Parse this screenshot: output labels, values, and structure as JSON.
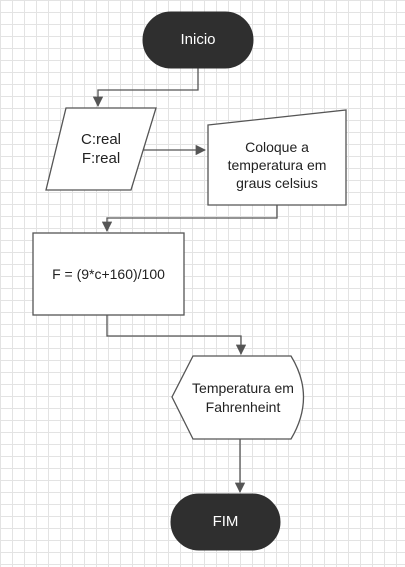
{
  "colors": {
    "terminator_fill": "#2f2f2f",
    "shape_fill": "#ffffff",
    "stroke": "#555555",
    "grid": "#e3e3e3"
  },
  "flowchart": {
    "start": {
      "label": "Inicio",
      "shape": "terminator"
    },
    "declare": {
      "label": "C:real\nF:real",
      "shape": "parallelogram"
    },
    "input": {
      "label": "Coloque a\ntemperatura em\ngraus celsius",
      "shape": "manual-input"
    },
    "process": {
      "label": "F = (9*c+160)/100",
      "shape": "rectangle"
    },
    "display": {
      "label": "Temperatura em\nFahrenheint",
      "shape": "display"
    },
    "end": {
      "label": "FIM",
      "shape": "terminator"
    }
  }
}
